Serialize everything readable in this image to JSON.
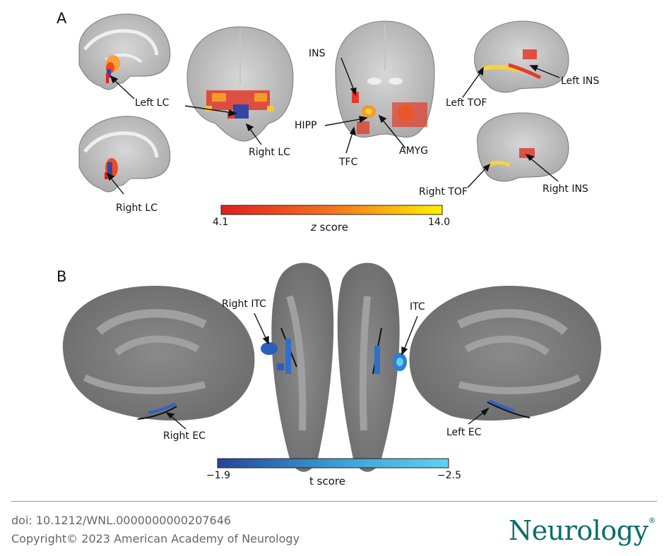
{
  "panel_a": {
    "label": "A",
    "regions": {
      "left_lc_1": "Left LC",
      "right_lc_1": "Right LC",
      "right_lc_2": "Right LC",
      "ins": "INS",
      "hipp": "HIPP",
      "tfc": "TFC",
      "amyg": "AMYG",
      "left_tof": "Left TOF",
      "left_ins": "Left INS",
      "right_tof": "Right TOF",
      "right_ins": "Right INS"
    },
    "colorbar": {
      "min_label": "4.1",
      "max_label": "14.0",
      "title_italic": "z",
      "title_rest": " score",
      "colors": [
        "#e01f1f",
        "#f4731f",
        "#fff200"
      ]
    }
  },
  "panel_b": {
    "label": "B",
    "regions": {
      "right_itc": "Right ITC",
      "itc": "ITC",
      "right_ec": "Right EC",
      "left_ec": "Left EC"
    },
    "colorbar": {
      "min_label": "−1.9",
      "max_label": "−2.5",
      "title": "t score",
      "colors": [
        "#24459a",
        "#3fa1d6",
        "#5fd1ef"
      ]
    }
  },
  "footer": {
    "doi": "doi: 10.1212/WNL.0000000000207646",
    "copyright": "Copyright© 2023 American Academy of Neurology",
    "logo": "Neurology",
    "logo_mark": "®",
    "brand_color": "#0b6e6a"
  }
}
